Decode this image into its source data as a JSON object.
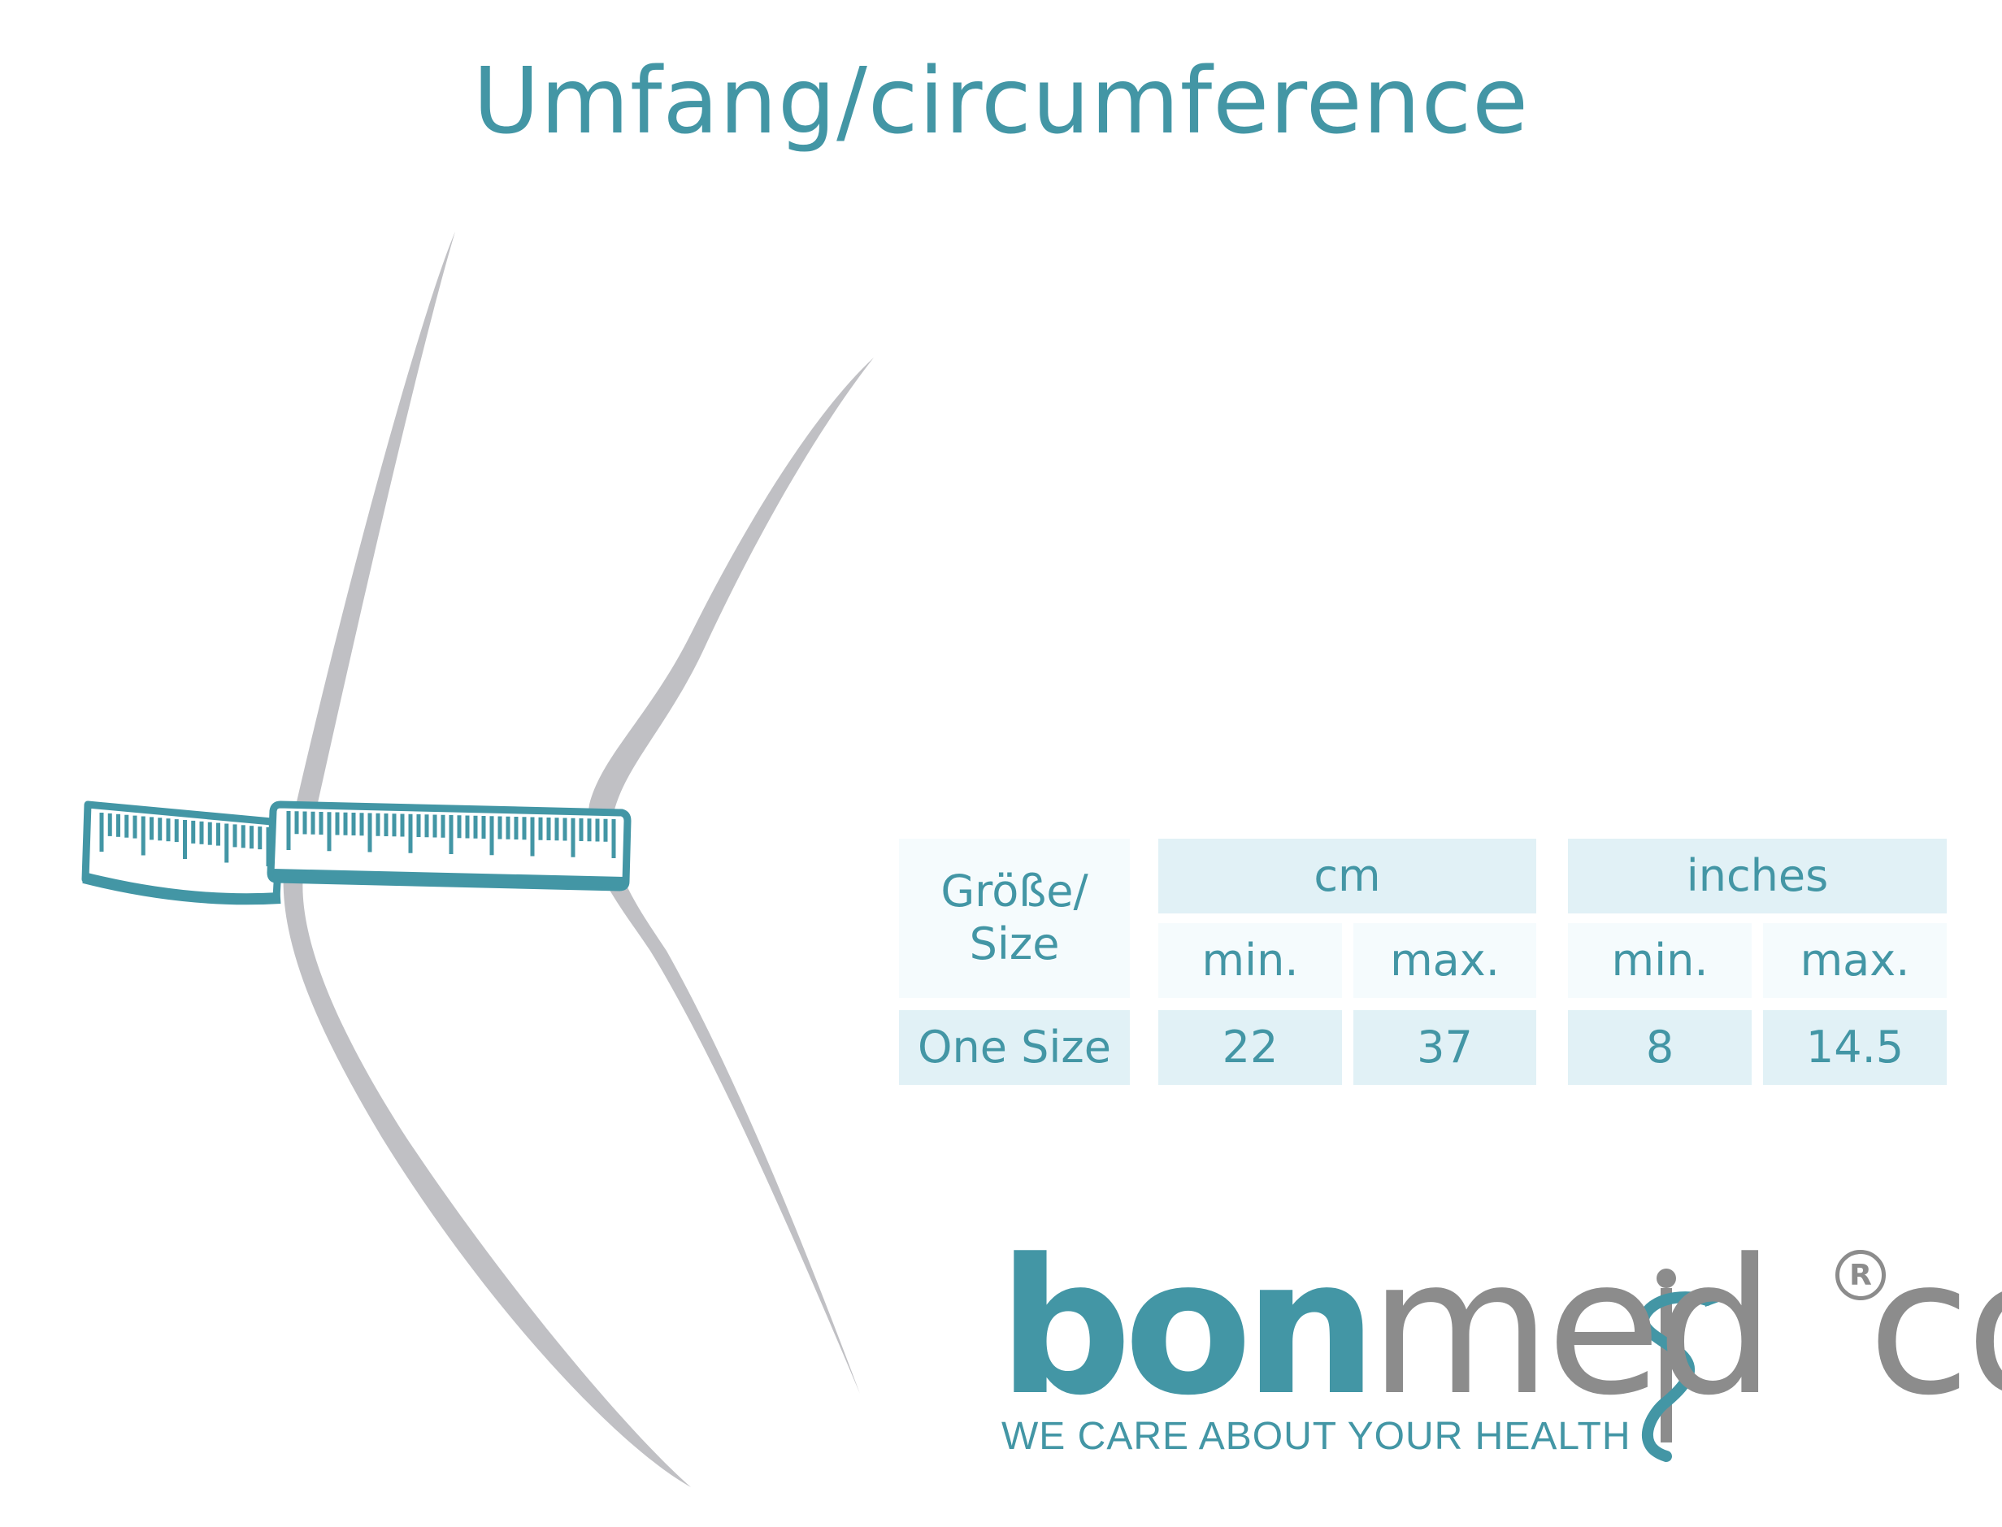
{
  "title": "Umfang/circumference",
  "colors": {
    "accent": "#4396a5",
    "limb": "#c0c0c4",
    "logo_gray": "#8c8c8c",
    "cell_light": "#e1f1f6",
    "cell_pale": "#f5fbfd"
  },
  "table": {
    "size_header": "Größe/\nSize",
    "unit_cm": "cm",
    "unit_inches": "inches",
    "min_label": "min.",
    "max_label": "max.",
    "row_label": "One Size",
    "cm_min": "22",
    "cm_max": "37",
    "in_min": "8",
    "in_max": "14.5"
  },
  "logo": {
    "bon": "bon",
    "med": "med",
    "co": "co",
    "registered": "R",
    "tagline": "WE CARE ABOUT YOUR HEALTH"
  },
  "icons": [
    "tape-measure-icon",
    "limb-outline-icon",
    "caduceus-icon"
  ]
}
